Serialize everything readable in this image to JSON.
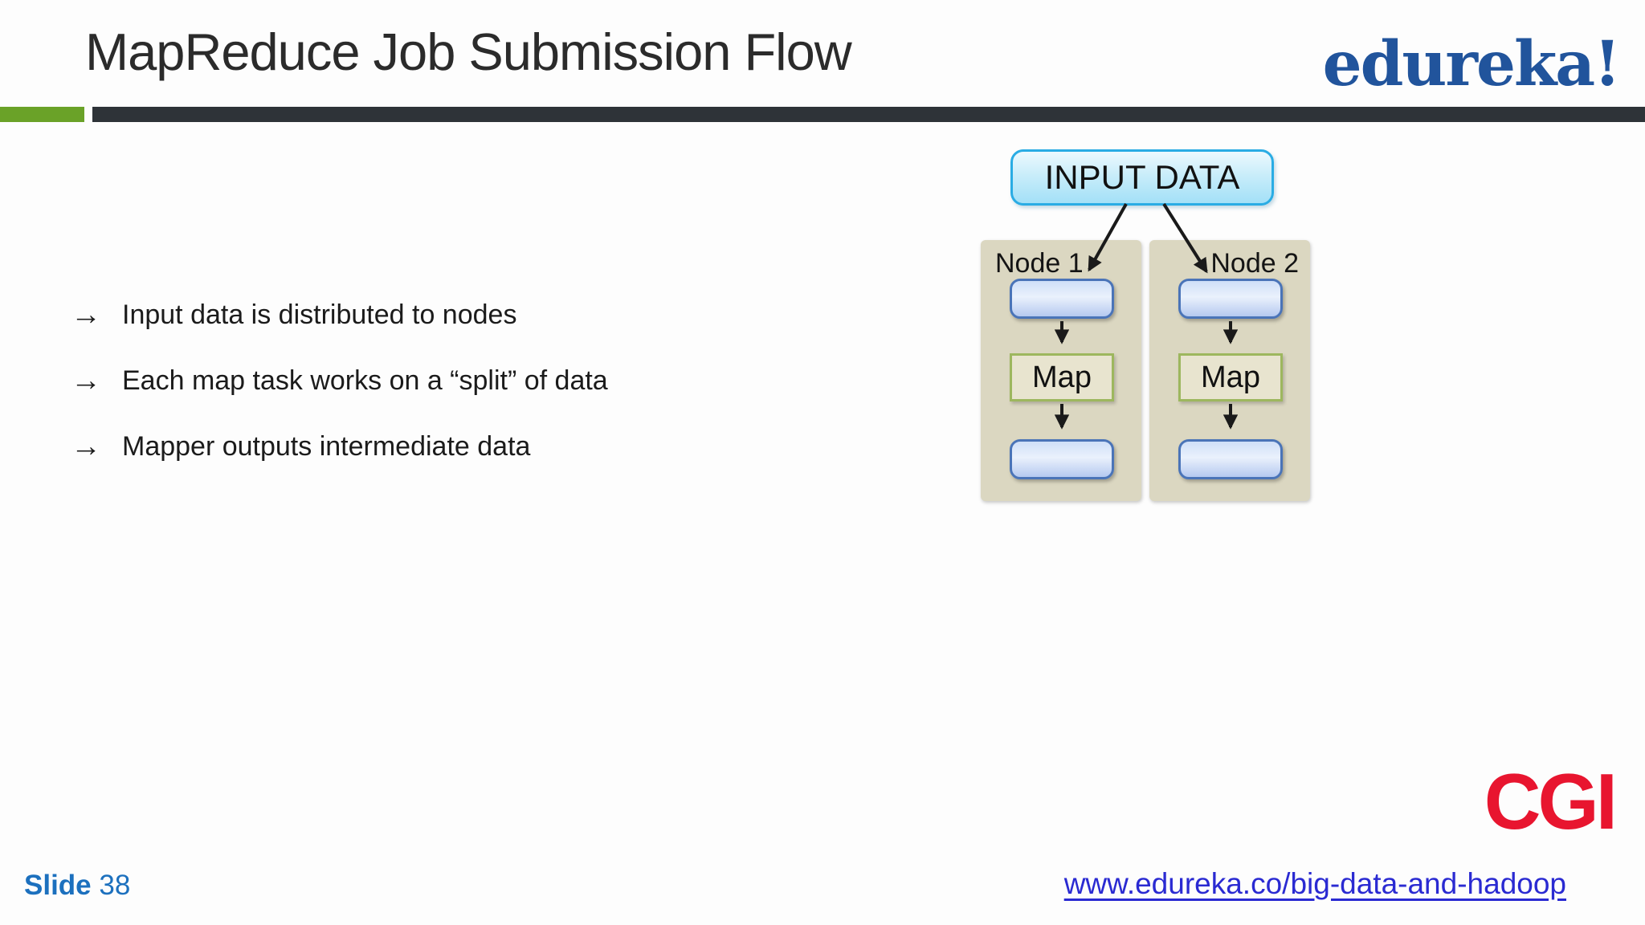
{
  "slide": {
    "title": "MapReduce Job Submission Flow",
    "page_label": "Slide",
    "page_number": "38",
    "footer_link": "www.edureka.co/big-data-and-hadoop"
  },
  "branding": {
    "edureka_logo_text": "edureka!",
    "cgi_logo_text": "CGI"
  },
  "bullets": [
    {
      "marker": "→",
      "text": "Input data is distributed to nodes"
    },
    {
      "marker": "→",
      "text": "Each map task works on a “split” of data"
    },
    {
      "marker": "→",
      "text": "Mapper outputs intermediate data"
    }
  ],
  "diagram": {
    "input_label": "INPUT DATA",
    "nodes": [
      {
        "label": "Node 1",
        "map_label": "Map"
      },
      {
        "label": "Node 2",
        "map_label": "Map"
      }
    ]
  },
  "colors": {
    "accent_green": "#6aa228",
    "header_rule": "#2e3338",
    "edureka_blue": "#21549c",
    "cgi_red": "#e8152f",
    "link_blue": "#2a2ad2",
    "slide_number_blue": "#1c70be",
    "input_box_border": "#2aace4",
    "node_panel_bg": "#dbd7c1",
    "io_box_border": "#4a74b8",
    "map_box_border": "#9db75e"
  }
}
